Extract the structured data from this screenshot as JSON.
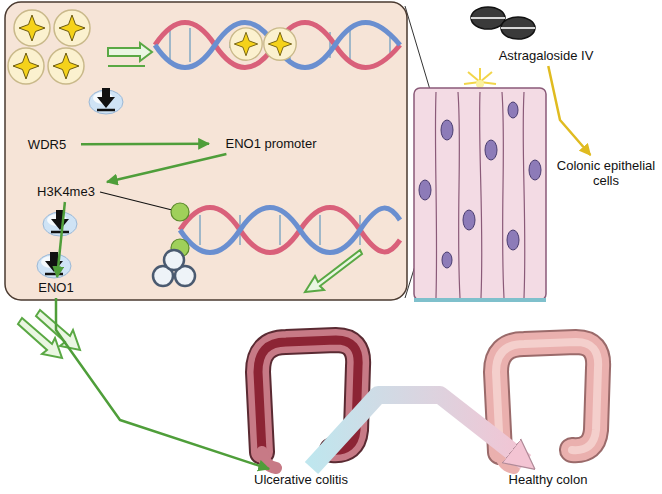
{
  "diagram": {
    "nodes": [
      {
        "text": [
          "WDR5"
        ]
      },
      {
        "text": [
          "ENO1 promoter"
        ]
      },
      {
        "text": [
          "H3K4me3"
        ]
      },
      {
        "text": [
          "ENO1"
        ]
      },
      {
        "text": [
          "Astragaloside IV"
        ]
      },
      {
        "text": [
          "Colonic epithelial cells"
        ]
      },
      {
        "text": [
          "Ulcerative colitis"
        ]
      },
      {
        "text": [
          "Healthy colon"
        ]
      }
    ],
    "edges": [
      {
        "from": 0,
        "to": 1,
        "arrow": "to"
      },
      {
        "from": 1,
        "to": 2,
        "arrow": "to"
      },
      {
        "from": 2,
        "to": 3,
        "arrow": "to"
      },
      {
        "from": 3,
        "to": 6,
        "arrow": "to"
      },
      {
        "from": 4,
        "to": 5,
        "arrow": "to"
      },
      {
        "from": 6,
        "to": 7,
        "arrow": "to"
      }
    ]
  }
}
